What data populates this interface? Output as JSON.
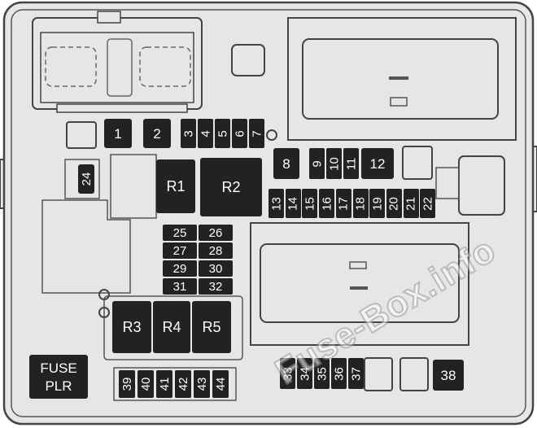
{
  "fuse_box": {
    "small_fuses_top": [
      "3",
      "4",
      "5",
      "6",
      "7"
    ],
    "fuses_9_11": [
      "9",
      "10",
      "11"
    ],
    "fuses_13_22": [
      "13",
      "14",
      "15",
      "16",
      "17",
      "18",
      "19",
      "20",
      "21",
      "22"
    ],
    "fuses_25_32": [
      "25",
      "26",
      "27",
      "28",
      "29",
      "30",
      "31",
      "32"
    ],
    "fuses_33_37": [
      "33",
      "34",
      "35",
      "36",
      "37"
    ],
    "fuses_39_44": [
      "39",
      "40",
      "41",
      "42",
      "43",
      "44"
    ],
    "fuse_1": "1",
    "fuse_2": "2",
    "fuse_8": "8",
    "fuse_12": "12",
    "fuse_24": "24",
    "fuse_38": "38",
    "relay_r1": "R1",
    "relay_r2": "R2",
    "relay_r3": "R3",
    "relay_r4": "R4",
    "relay_r5": "R5",
    "fuse_puller_line1": "FUSE",
    "fuse_puller_line2": "PLR",
    "watermark": "Fuse-Box.info"
  },
  "colors": {
    "housing": "#e6e6e6",
    "outline": "#444444",
    "component": "#222222",
    "label": "#ffffff"
  }
}
